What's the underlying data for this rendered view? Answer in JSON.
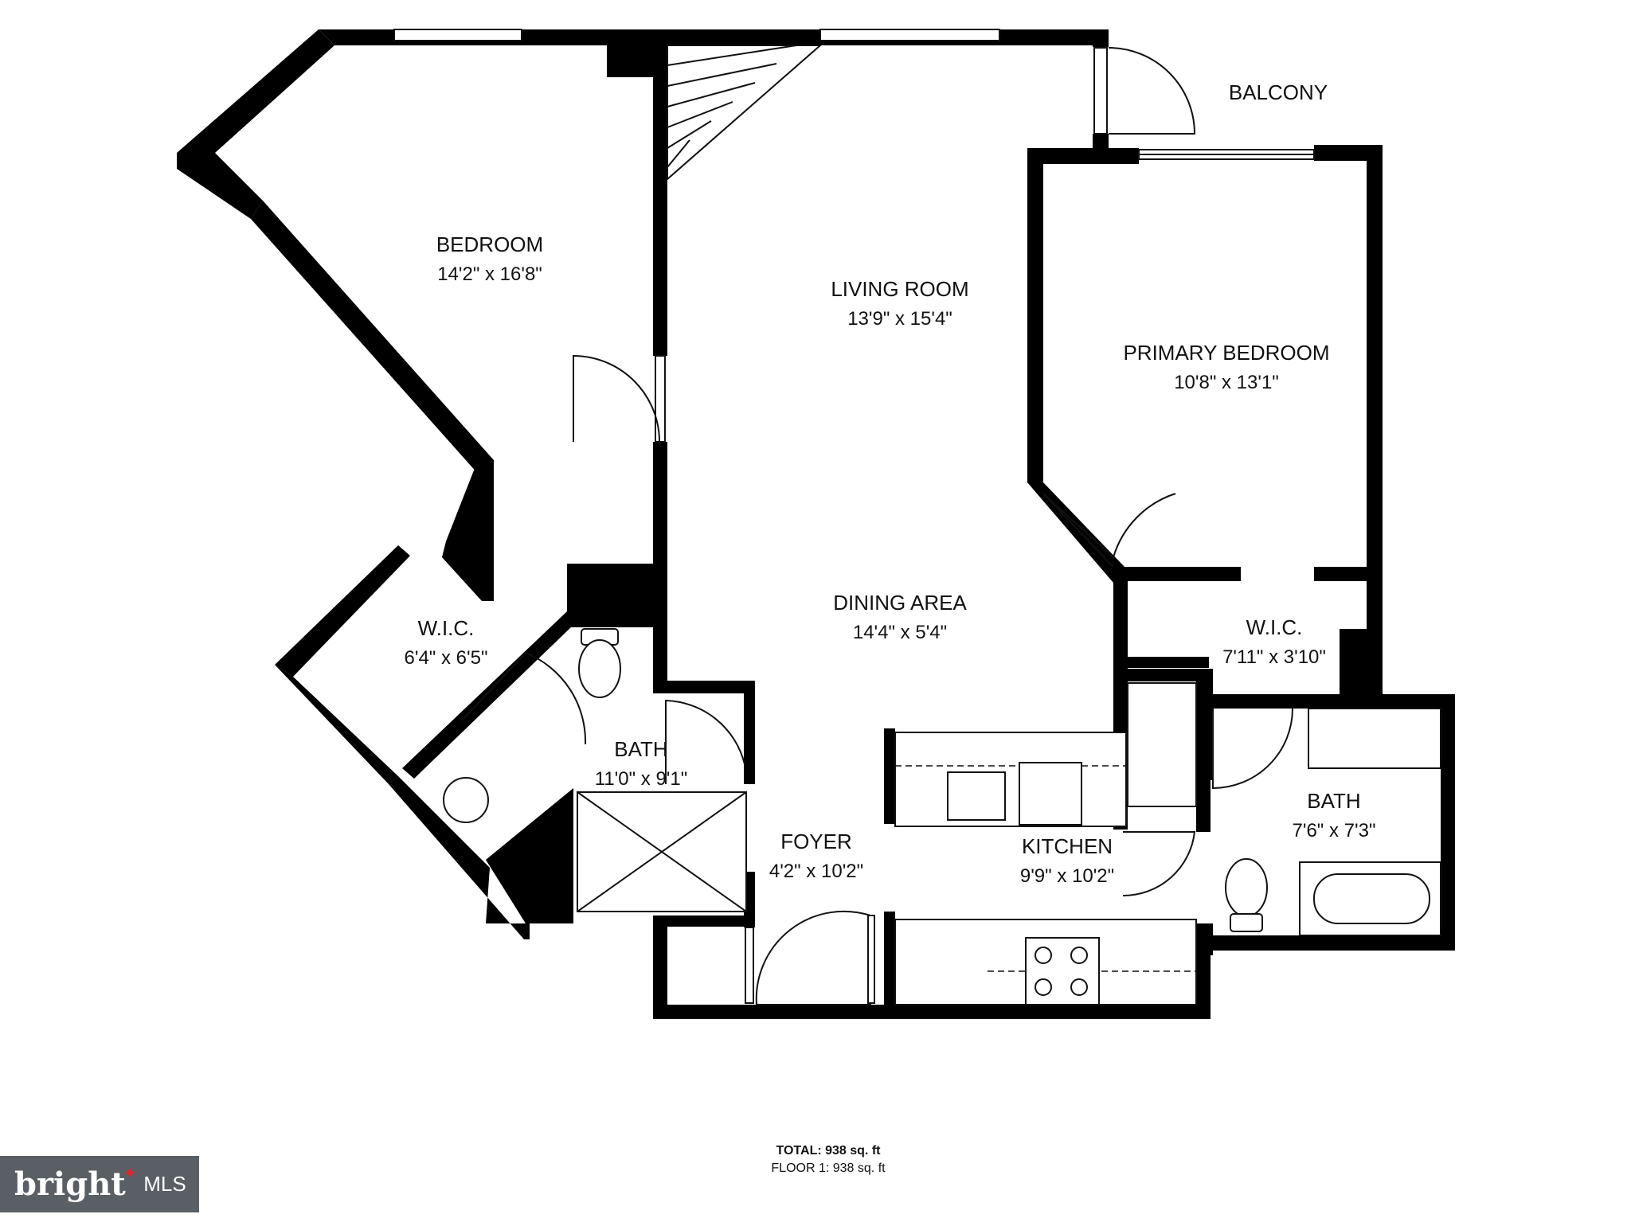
{
  "rooms": {
    "bedroom": {
      "name": "BEDROOM",
      "dims": "14'2\" x 16'8\""
    },
    "living": {
      "name": "LIVING ROOM",
      "dims": "13'9\" x 15'4\""
    },
    "balcony": {
      "name": "BALCONY"
    },
    "primary": {
      "name": "PRIMARY BEDROOM",
      "dims": "10'8\" x 13'1\""
    },
    "dining": {
      "name": "DINING AREA",
      "dims": "14'4\" x 5'4\""
    },
    "wic_left": {
      "name": "W.I.C.",
      "dims": "6'4\" x 6'5\""
    },
    "wic_right": {
      "name": "W.I.C.",
      "dims": "7'11\" x 3'10\""
    },
    "bath_left": {
      "name": "BATH",
      "dims": "11'0\" x 9'1\""
    },
    "bath_right": {
      "name": "BATH",
      "dims": "7'6\" x 7'3\""
    },
    "foyer": {
      "name": "FOYER",
      "dims": "4'2\" x 10'2\""
    },
    "kitchen": {
      "name": "KITCHEN",
      "dims": "9'9\" x 10'2\""
    }
  },
  "totals": {
    "total": "TOTAL: 938 sq. ft",
    "floor": "FLOOR 1: 938 sq. ft"
  },
  "logo": {
    "word": "bright",
    "suffix": "MLS",
    "icon": "star-icon"
  },
  "colors": {
    "walls": "#000000",
    "logo_bg": "#5a5f66",
    "logo_accent": "#e0252c"
  }
}
